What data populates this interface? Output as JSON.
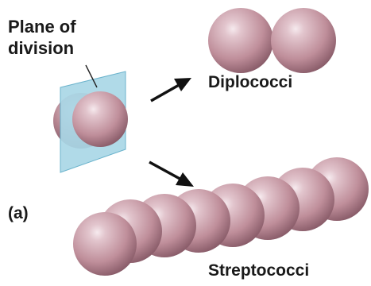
{
  "labels": {
    "plane_line1": "Plane of",
    "plane_line2": "division",
    "diplococci": "Diplococci",
    "part": "(a)",
    "streptococci": "Streptococci"
  },
  "colors": {
    "plane_fill": "#a9d7e6",
    "plane_edge": "#6bb3cc",
    "coccus_light": "#ecdbe0",
    "coccus_mid": "#c99aa5",
    "coccus_dark": "#8f6370",
    "arrow": "#111111"
  },
  "icons": [
    "dividing-coccus",
    "division-plane",
    "arrow"
  ]
}
